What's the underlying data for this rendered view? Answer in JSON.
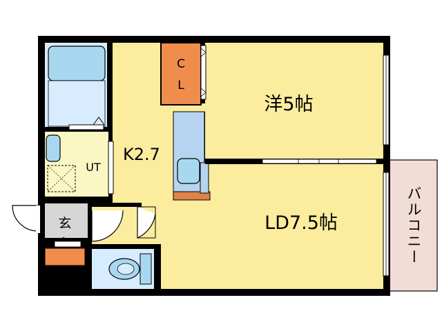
{
  "rooms": {
    "western_room": "洋5帖",
    "living_dining": "LD7.5帖",
    "kitchen": "K2.7",
    "closet_line1": "C",
    "closet_line2": "L",
    "utility": "UT",
    "entrance": "玄",
    "balcony": "バルコニー"
  },
  "colors": {
    "floor": "#fbec9e",
    "wall": "#000000",
    "wet_area": "#d8ecff",
    "closet": "#f08c4c",
    "kitchen_counter": "#b6d3f0",
    "entrance_floor": "#d6d6d6",
    "balcony": "#f2ddd6",
    "fixture": "#a8d8f0"
  },
  "icons": [
    "bathtub-icon",
    "washbasin-icon",
    "toilet-icon",
    "sink-icon",
    "washer-pan-icon",
    "door-swing-icon"
  ]
}
